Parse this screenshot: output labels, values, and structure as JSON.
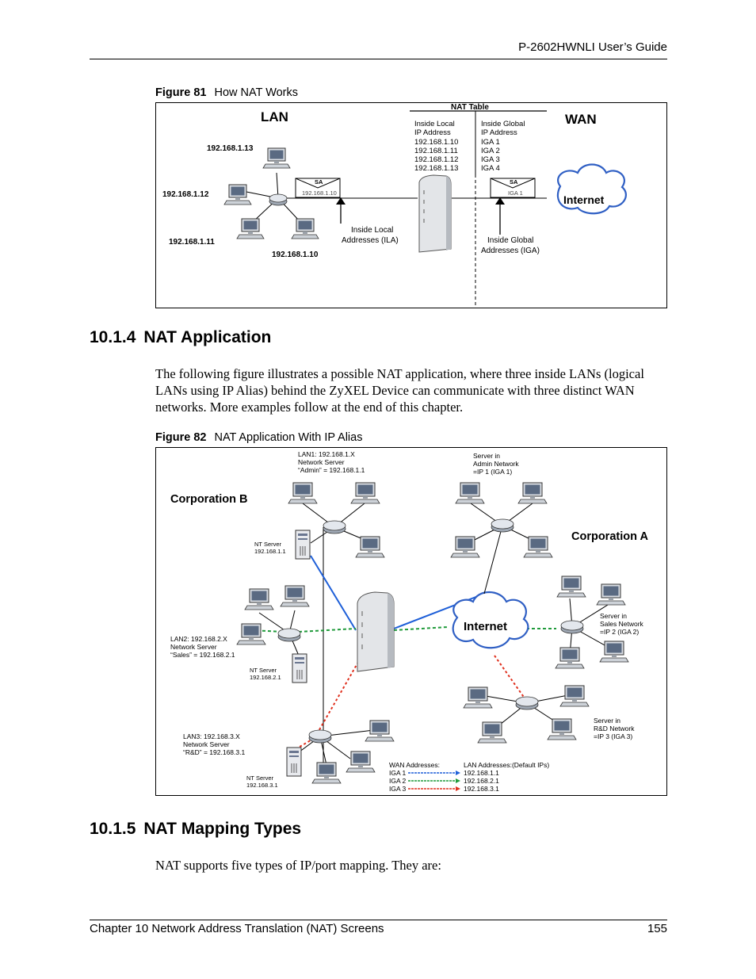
{
  "header": {
    "guide_title": "P-2602HWNLI User’s Guide"
  },
  "figure81": {
    "label": "Figure 81",
    "title": "How NAT Works",
    "lan_label": "LAN",
    "wan_label": "WAN",
    "nat_table_title": "NAT Table",
    "inside_local_header": [
      "Inside Local",
      "IP Address"
    ],
    "inside_global_header": [
      "Inside Global",
      "IP Address"
    ],
    "inside_local_rows": [
      "192.168.1.10",
      "192.168.1.11",
      "192.168.1.12",
      "192.168.1.13"
    ],
    "inside_global_rows": [
      "IGA 1",
      "IGA 2",
      "IGA 3",
      "IGA 4"
    ],
    "hosts": [
      "192.168.1.13",
      "192.168.1.12",
      "192.168.1.11",
      "192.168.1.10"
    ],
    "packet_left": {
      "sa": "SA",
      "addr": "192.168.1.10"
    },
    "packet_right": {
      "sa": "SA",
      "addr": "IGA 1"
    },
    "internet_label": "Internet",
    "ila_label": [
      "Inside Local",
      "Addresses (ILA)"
    ],
    "iga_label": [
      "Inside Global",
      "Addresses (IGA)"
    ]
  },
  "section_1014": {
    "number": "10.1.4",
    "title": "NAT Application",
    "paragraph": "The following figure illustrates a possible NAT application, where three inside LANs (logical LANs using IP Alias) behind the ZyXEL Device can communicate with three distinct WAN networks. More examples follow at the end of this chapter."
  },
  "figure82": {
    "label": "Figure 82",
    "title": "NAT Application With IP Alias",
    "corp_b": "Corporation B",
    "corp_a": "Corporation A",
    "internet_label": "Internet",
    "lan1": [
      "LAN1: 192.168.1.X",
      "Network Server",
      "“Admin” = 192.168.1.1"
    ],
    "lan2": [
      "LAN2: 192.168.2.X",
      "Network Server",
      "“Sales” = 192.168.2.1"
    ],
    "lan3": [
      "LAN3: 192.168.3.X",
      "Network Server",
      "“R&D” = 192.168.3.1"
    ],
    "nt1": [
      "NT Server",
      "192.168.1.1"
    ],
    "nt2": [
      "NT Server",
      "192.168.2.1"
    ],
    "nt3": [
      "NT Server",
      "192.168.3.1"
    ],
    "admin": [
      "Server in",
      "Admin Network",
      "=IP 1 (IGA 1)"
    ],
    "sales": [
      "Server in",
      "Sales Network",
      "=IP 2 (IGA 2)"
    ],
    "rnd": [
      "Server in",
      "R&D Network",
      "=IP 3 (IGA 3)"
    ],
    "wan_header": "WAN Addresses:",
    "lan_header": "LAN Addresses:(Default IPs)",
    "mappings": [
      {
        "wan": "IGA 1",
        "lan": "192.168.1.1",
        "color": "#1e5fd8"
      },
      {
        "wan": "IGA 2",
        "lan": "192.168.2.1",
        "color": "#1f9a3a"
      },
      {
        "wan": "IGA 3",
        "lan": "192.168.3.1",
        "color": "#e0301e"
      }
    ]
  },
  "section_1015": {
    "number": "10.1.5",
    "title": "NAT Mapping Types",
    "paragraph": "NAT supports five types of IP/port mapping. They are:"
  },
  "footer": {
    "chapter": "Chapter 10 Network Address Translation (NAT) Screens",
    "page": "155"
  }
}
